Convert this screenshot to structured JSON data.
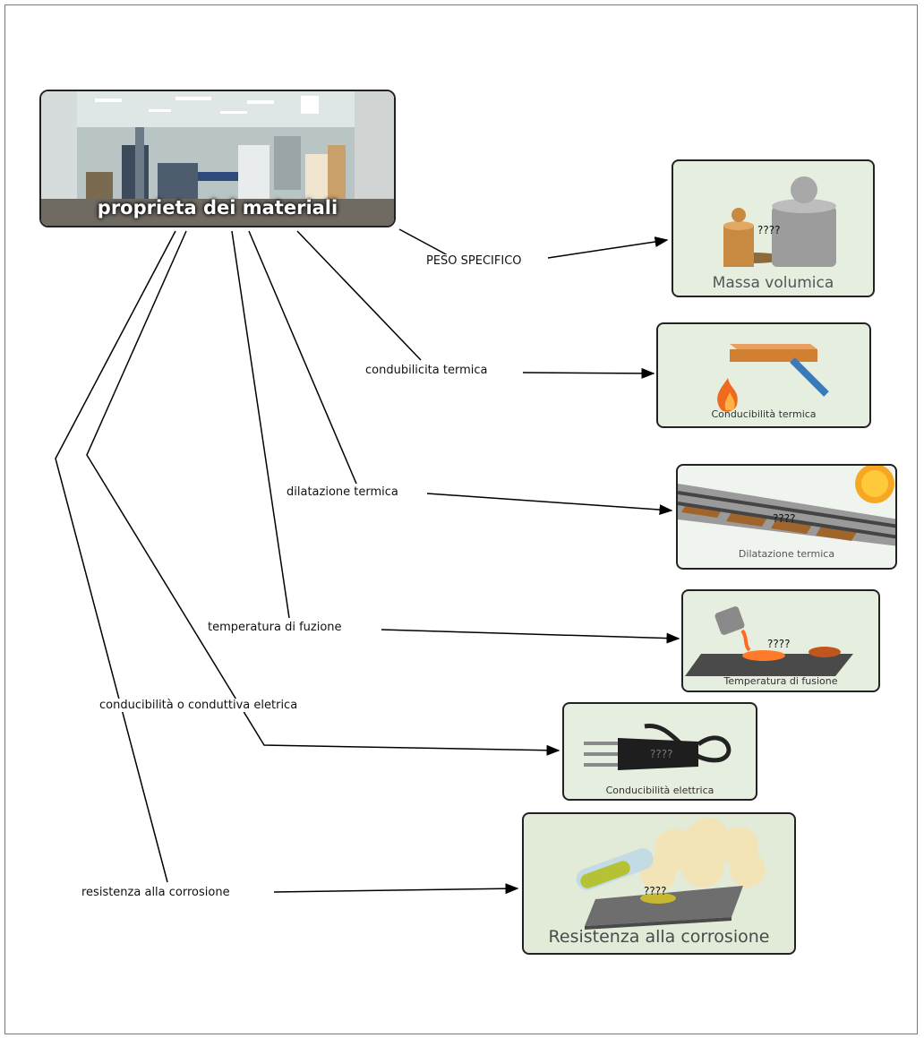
{
  "root": {
    "title": "proprieta dei materiali"
  },
  "edges": [
    "PESO SPECIFICO",
    "condubilicita termica",
    "dilatazione termica",
    "temperatura di fuzione",
    "conducibilità o conduttiva eletrica",
    "resistenza alla corrosione"
  ],
  "cards": [
    {
      "caption": "Massa volumica",
      "mark": "????"
    },
    {
      "caption": "Conducibilità termica"
    },
    {
      "caption": "Dilatazione termica",
      "mark": "????"
    },
    {
      "caption": "Temperatura di fusione",
      "mark": "????"
    },
    {
      "caption": "Conducibilità elettrica",
      "mark": "????"
    },
    {
      "caption": "Resistenza alla corrosione",
      "mark": "????"
    }
  ]
}
